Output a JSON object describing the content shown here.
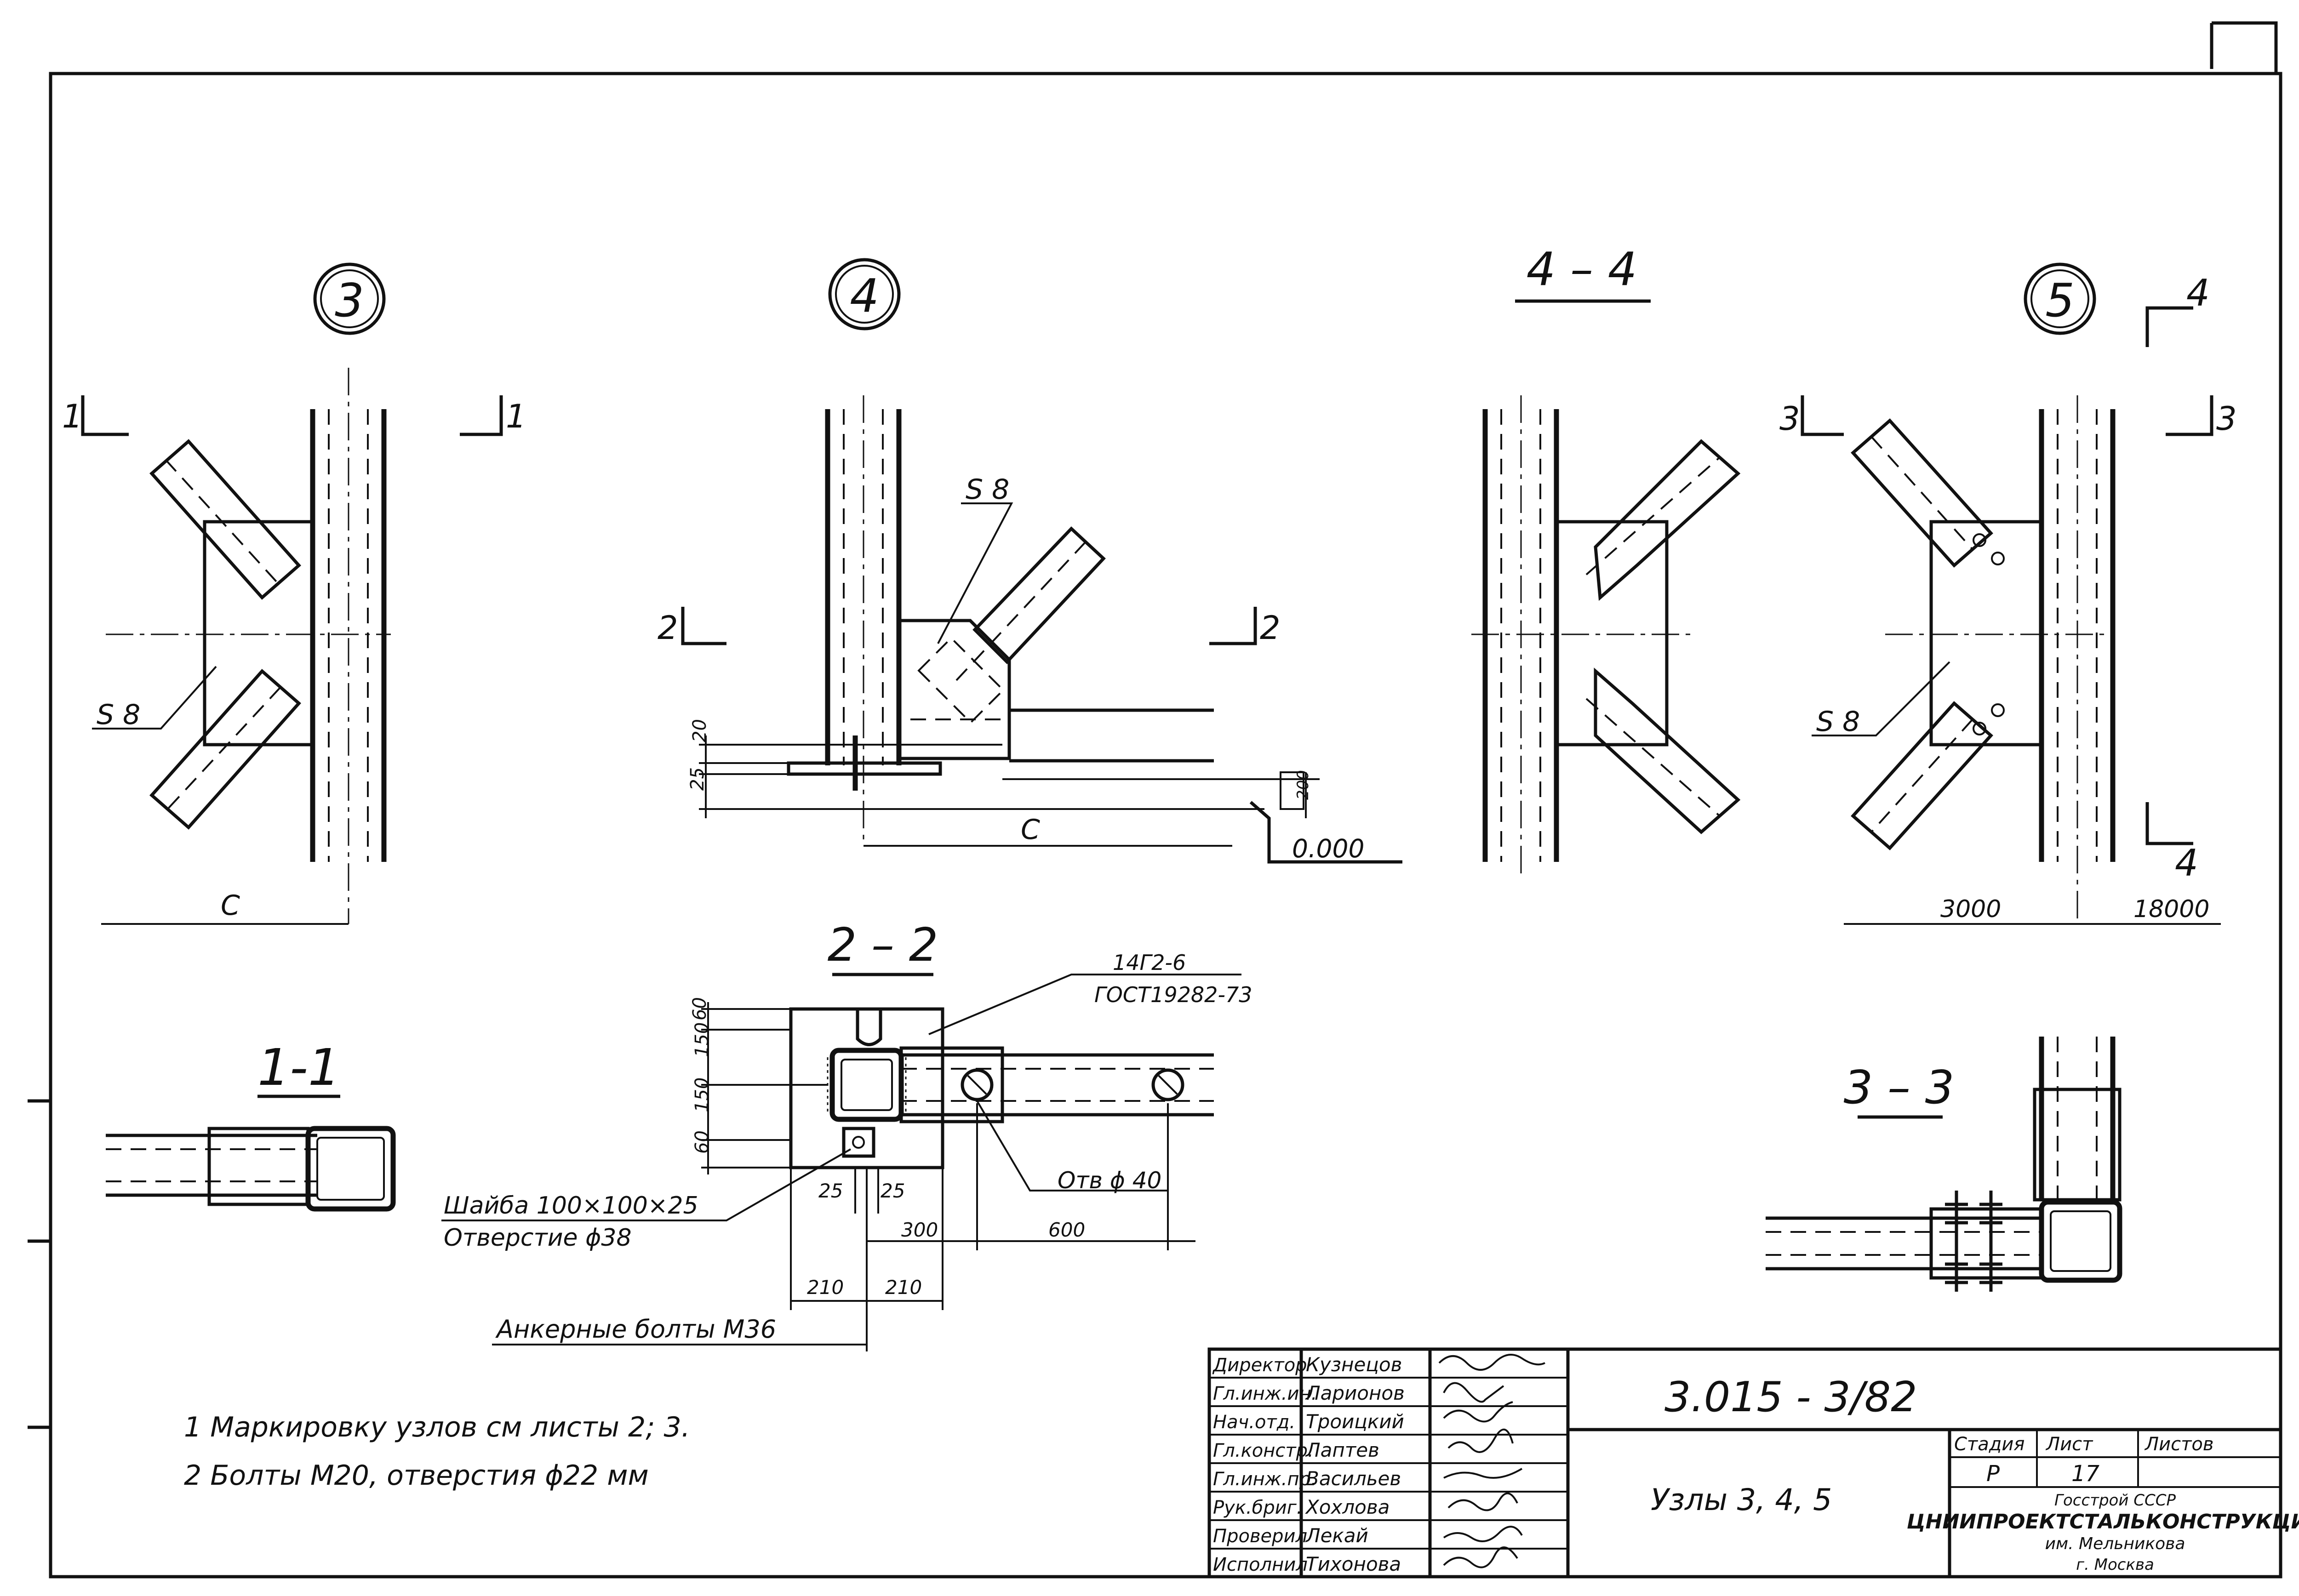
{
  "colors": {
    "ink": "#111111",
    "paper": "#ffffff"
  },
  "nodes": {
    "n3": "3",
    "n4": "4",
    "n5": "5"
  },
  "sections": {
    "s11": "1-1",
    "s22": "2 – 2",
    "s33": "3 – 3",
    "s44": "4 – 4"
  },
  "cut_marks": {
    "m1": "1",
    "m2": "2",
    "m3": "3",
    "m4": "4"
  },
  "labels": {
    "s8": "S 8",
    "c": "C",
    "zero": "0.000",
    "steel": "14Г2-6",
    "gost": "ГОСТ19282-73",
    "hole40": "Отв ϕ 40",
    "washer": "Шайба 100×100×25",
    "hole38": "Отверстие ϕ38",
    "anchor": "Анкерные болты М36"
  },
  "dims": {
    "d20": "20",
    "d25": "25",
    "d200": "200",
    "d60a": "60",
    "d150a": "150",
    "d150b": "150",
    "d60b": "60",
    "d25a": "25",
    "d25b": "25",
    "d300": "300",
    "d600": "600",
    "d210a": "210",
    "d210b": "210",
    "d3000": "3000",
    "d18000": "18000"
  },
  "notes": [
    "1  Маркировку  узлов  см  листы 2; 3.",
    "2  Болты  М20, отверстия  ϕ22 мм"
  ],
  "title_block": {
    "code": "3.015 - 3/82",
    "title": "Узлы 3, 4, 5",
    "stage_header": "Стадия",
    "sheet_header": "Лист",
    "sheets_header": "Листов",
    "stage": "Р",
    "sheet": "17",
    "org1": "Госстрой СССР",
    "org2": "ЦНИИПРОЕКТСТАЛЬКОНСТРУКЦИЯ",
    "org3": "им. Мельникова",
    "org4": "г. Москва",
    "roles": [
      {
        "role": "Директор",
        "name": "Кузнецов"
      },
      {
        "role": "Гл.инж.ин.",
        "name": "Ларионов"
      },
      {
        "role": "Нач.отд.",
        "name": "Троицкий"
      },
      {
        "role": "Гл.констр.",
        "name": "Лаптев"
      },
      {
        "role": "Гл.инж.пр.",
        "name": "Васильев"
      },
      {
        "role": "Рук.бриг.",
        "name": "Хохлова"
      },
      {
        "role": "Проверил",
        "name": "Лекай"
      },
      {
        "role": "Исполнил",
        "name": "Тихонова"
      }
    ]
  }
}
